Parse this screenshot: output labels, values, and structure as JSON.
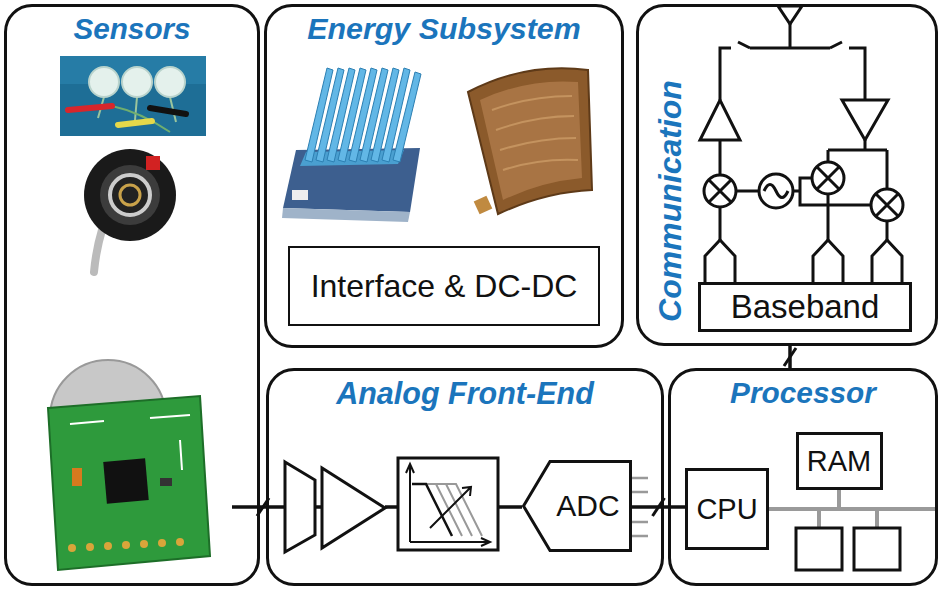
{
  "diagram": {
    "nodes": [
      {
        "text": [
          "Sensors"
        ]
      },
      {
        "text": [
          "Energy Subsystem"
        ]
      },
      {
        "text": [
          "Interface & DC-DC"
        ],
        "in": 1
      },
      {
        "text": [
          "Communication"
        ]
      },
      {
        "text": [
          "Baseband"
        ],
        "in": 3
      },
      {
        "text": [
          "Analog Front-End"
        ]
      },
      {
        "text": [
          "ADC"
        ],
        "in": 5
      },
      {
        "text": [
          "Processor"
        ]
      },
      {
        "text": [
          "CPU"
        ],
        "in": 7
      },
      {
        "text": [
          "RAM"
        ],
        "in": 7
      }
    ],
    "edges": [
      {
        "from": 0,
        "to": 5,
        "arrow": "none"
      },
      {
        "from": 6,
        "to": 8,
        "arrow": "none"
      },
      {
        "from": 3,
        "to": 7,
        "arrow": "none"
      },
      {
        "from": 8,
        "to": 9,
        "arrow": "none"
      }
    ]
  }
}
